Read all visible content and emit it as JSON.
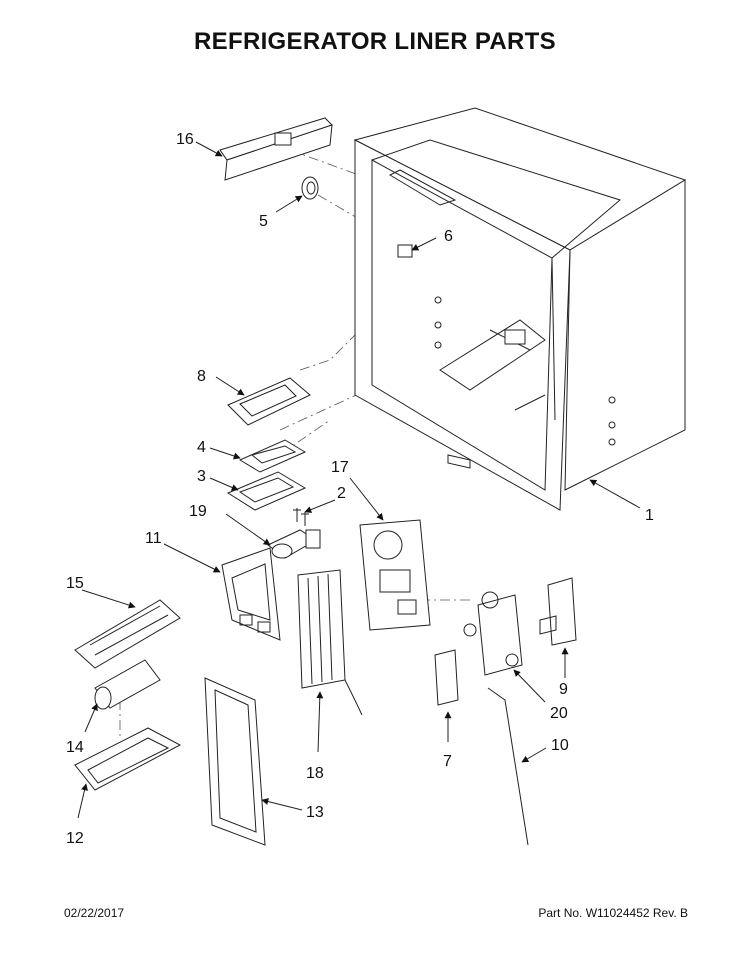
{
  "title": "REFRIGERATOR LINER PARTS",
  "footer": {
    "date": "02/22/2017",
    "part_number": "Part No.  W11024452  Rev.  B"
  },
  "callouts": {
    "c1": "1",
    "c2": "2",
    "c3": "3",
    "c4": "4",
    "c5": "5",
    "c6": "6",
    "c7": "7",
    "c8": "8",
    "c9": "9",
    "c10": "10",
    "c11": "11",
    "c12": "12",
    "c13": "13",
    "c14": "14",
    "c15": "15",
    "c16": "16",
    "c17": "17",
    "c18": "18",
    "c19": "19",
    "c20": "20"
  }
}
